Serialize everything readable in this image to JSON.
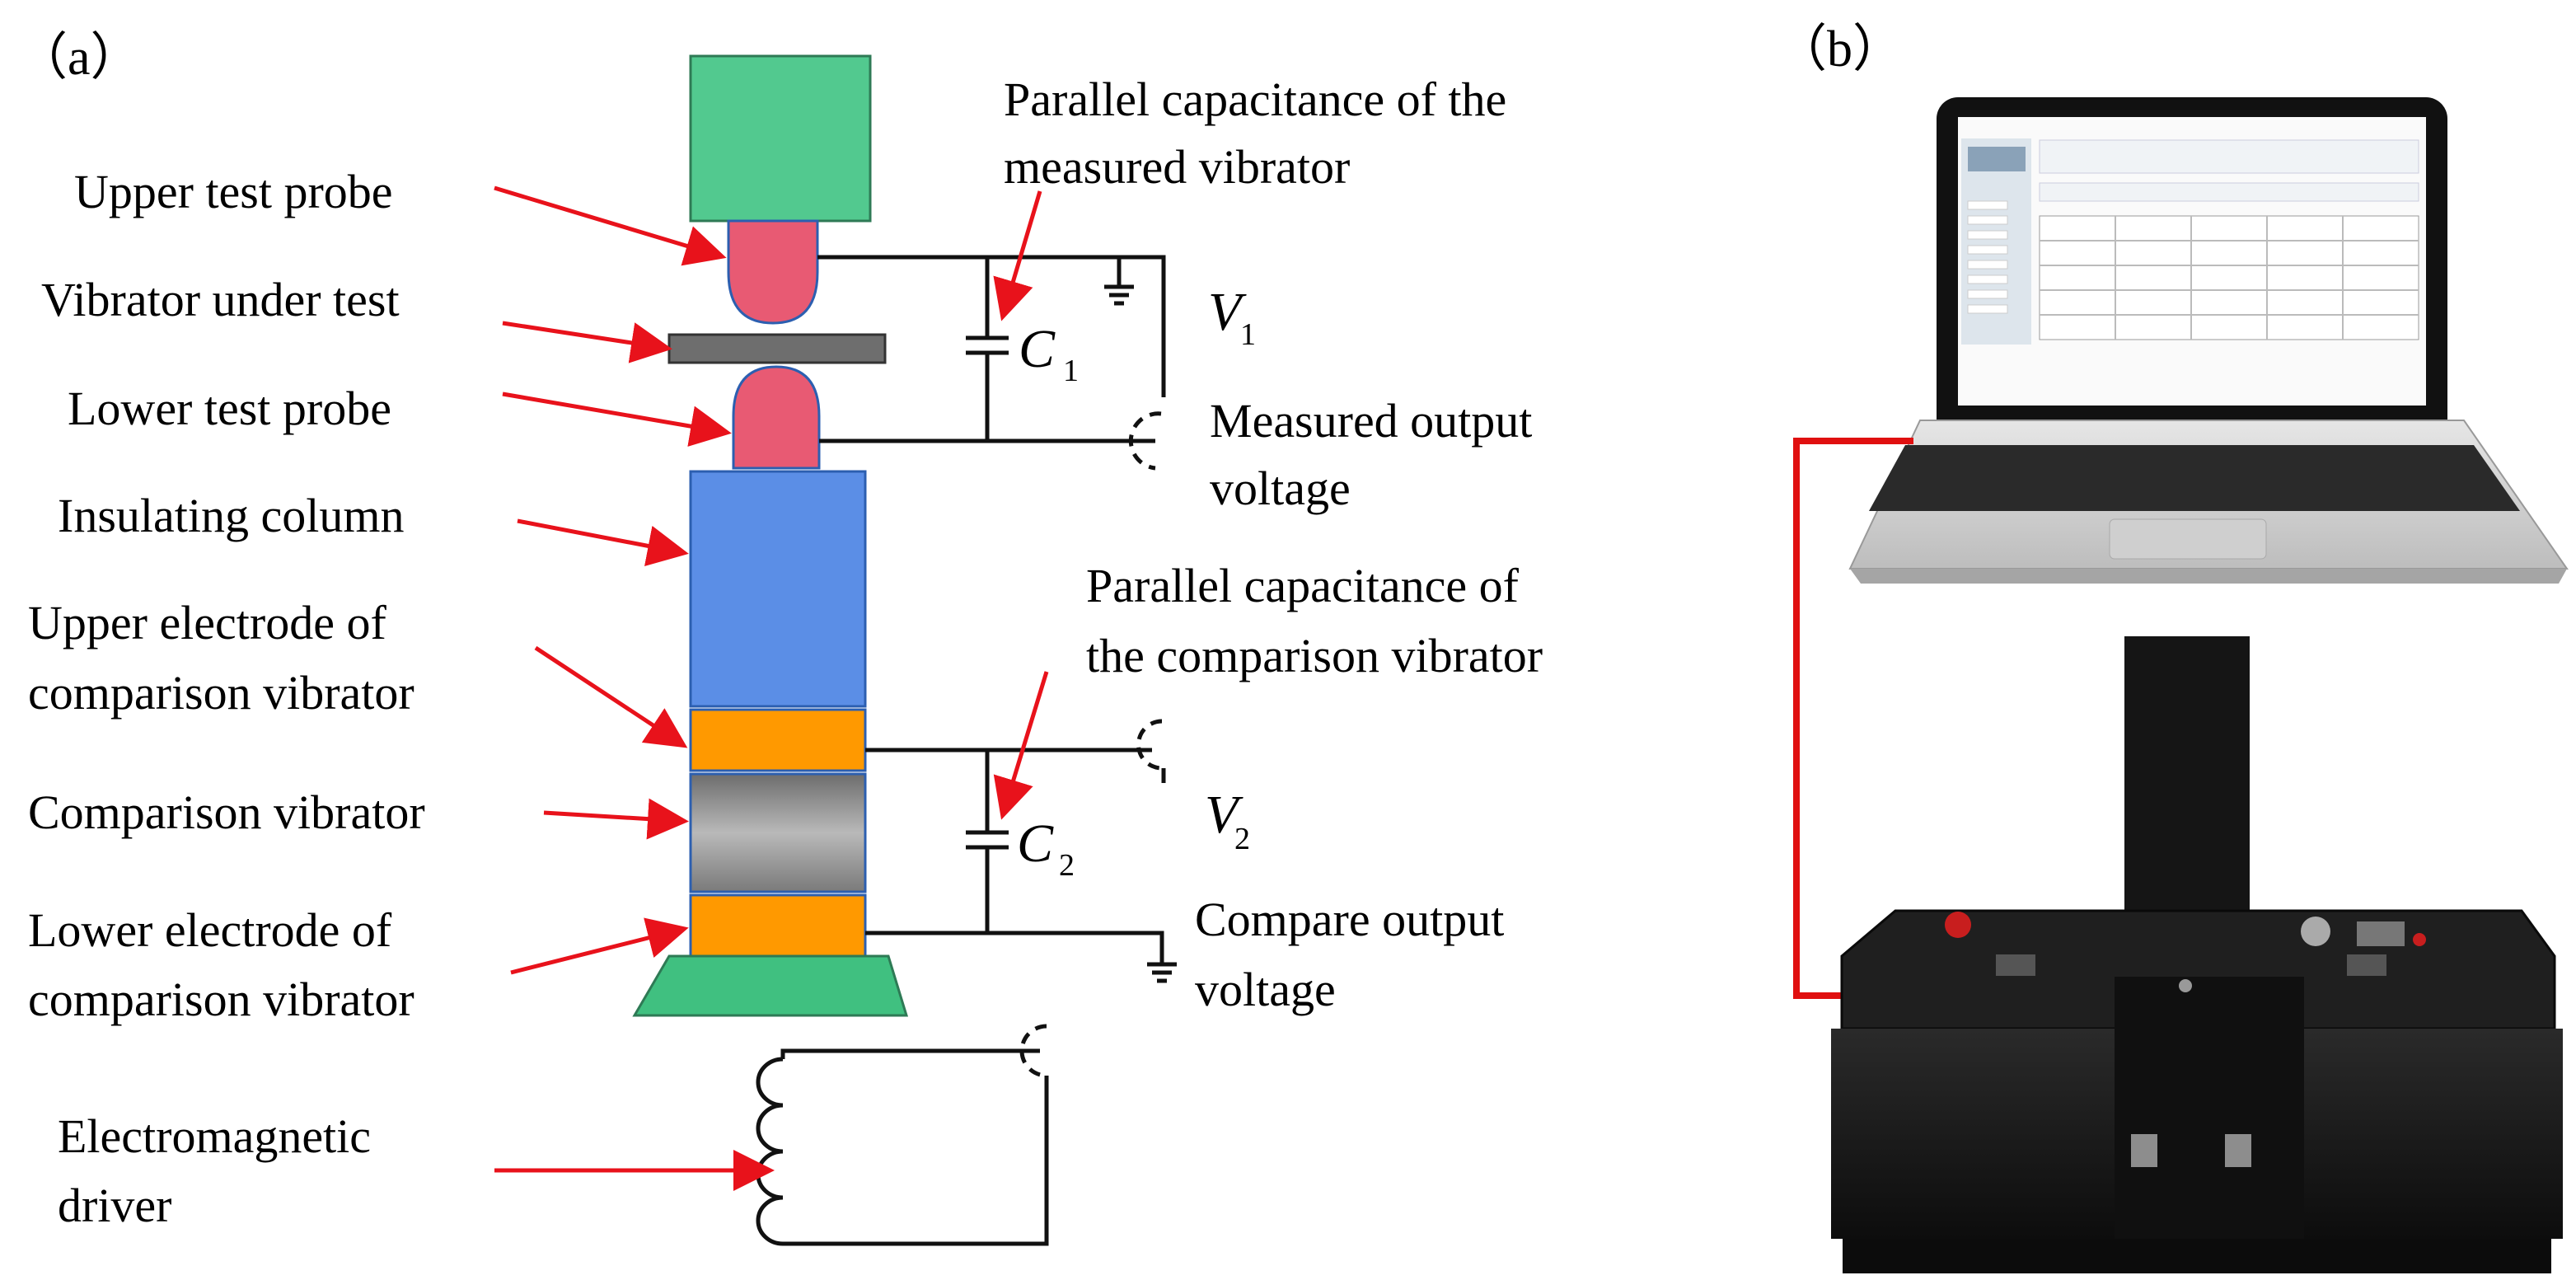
{
  "panel_a": {
    "label": "（a）",
    "labels": {
      "upper_probe": "Upper test probe",
      "vibrator_under_test": "Vibrator under test",
      "lower_probe": "Lower test probe",
      "insulating_column": "Insulating column",
      "upper_electrode_l1": "Upper electrode of",
      "upper_electrode_l2": "comparison vibrator",
      "comparison_vibrator": "Comparison vibrator",
      "lower_electrode_l1": "Lower electrode of",
      "lower_electrode_l2": "comparison vibrator",
      "em_driver_l1": "Electromagnetic",
      "em_driver_l2": "driver",
      "parallel_c1_l1": "Parallel capacitance of the",
      "parallel_c1_l2": "measured vibrator",
      "parallel_c2_l1": "Parallel capacitance of",
      "parallel_c2_l2": "the comparison vibrator",
      "measured_out_l1": "Measured output",
      "measured_out_l2": "voltage",
      "compare_out_l1": "Compare output",
      "compare_out_l2": "voltage"
    },
    "symbols": {
      "c1_main": "C",
      "c1_sub": "1",
      "c2_main": "C",
      "c2_sub": "2",
      "v1_main": "V",
      "v1_sub": "1",
      "v2_main": "V",
      "v2_sub": "2"
    },
    "colors": {
      "probe_holder": "#52c98f",
      "probe": "#e85a73",
      "insulating_column": "#5b8ee6",
      "electrode": "#ff9900",
      "comparison_vibrator": "#8a8a8a",
      "vibrator_plate": "#6e6e6e",
      "base": "#40c080",
      "arrow": "#e8121b"
    }
  },
  "panel_b": {
    "label": "（b）",
    "colors": {
      "connector": "#e01010",
      "device_body": "#1a1a1a"
    }
  }
}
